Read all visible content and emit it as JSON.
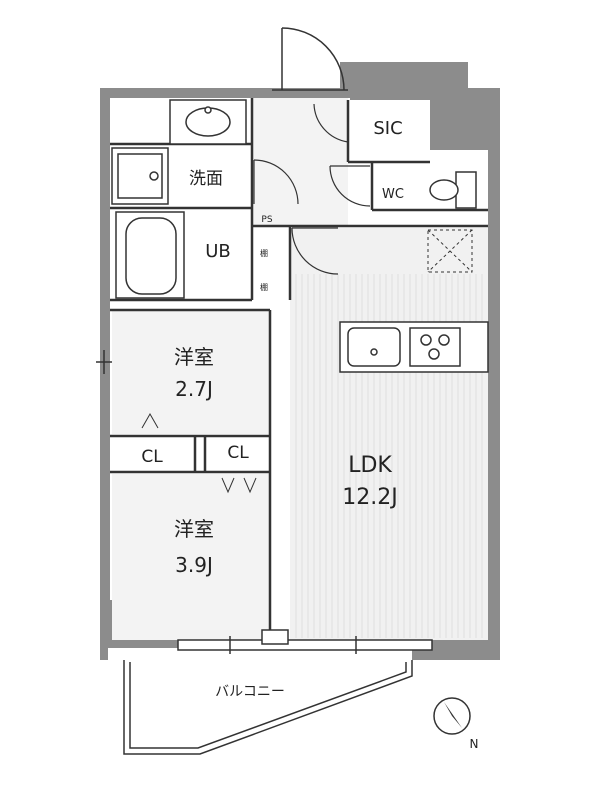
{
  "rooms": {
    "sic": "SIC",
    "washroom": "洗面",
    "wc": "WC",
    "ps": "PS",
    "ub": "UB",
    "shelf_1": "棚",
    "shelf_2": "棚",
    "bedroom_1": {
      "name": "洋室",
      "size": "2.7J"
    },
    "closet_1": "CL",
    "closet_2": "CL",
    "bedroom_2": {
      "name": "洋室",
      "size": "3.9J"
    },
    "ldk": {
      "name": "LDK",
      "size": "12.2J"
    },
    "balcony": "バルコニー"
  },
  "compass": {
    "north_label": "N"
  },
  "colors": {
    "wall": "#8c8c8c",
    "floor": "#f2f2f2",
    "line": "#333333"
  }
}
